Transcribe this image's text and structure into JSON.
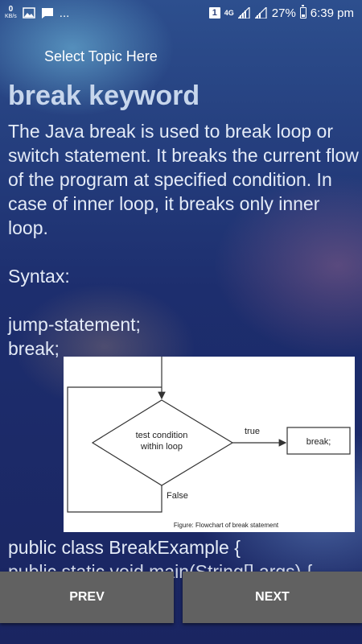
{
  "status": {
    "speed_value": "0",
    "speed_unit": "KB/s",
    "dots": "...",
    "sim": "1",
    "network": "4G",
    "battery": "27%",
    "time": "6:39 pm"
  },
  "header": {
    "select_topic": "Select Topic Here"
  },
  "article": {
    "title": "break keyword",
    "body": "The Java break is used to break loop or switch statement. It breaks the current flow of the program at specified condition. In case of inner loop, it breaks only inner loop.\n\nSyntax:\n\njump-statement;\nbreak;",
    "figure": {
      "condition_line1": "test condition",
      "condition_line2": "within loop",
      "true_label": "true",
      "false_label": "False",
      "break_label": "break;",
      "caption": "Figure: Flowchart of break statement"
    },
    "code_line1": "public class BreakExample {",
    "code_line2": "public static void main(String[] args) {"
  },
  "nav": {
    "prev_label": "PREV",
    "next_label": "NEXT"
  }
}
